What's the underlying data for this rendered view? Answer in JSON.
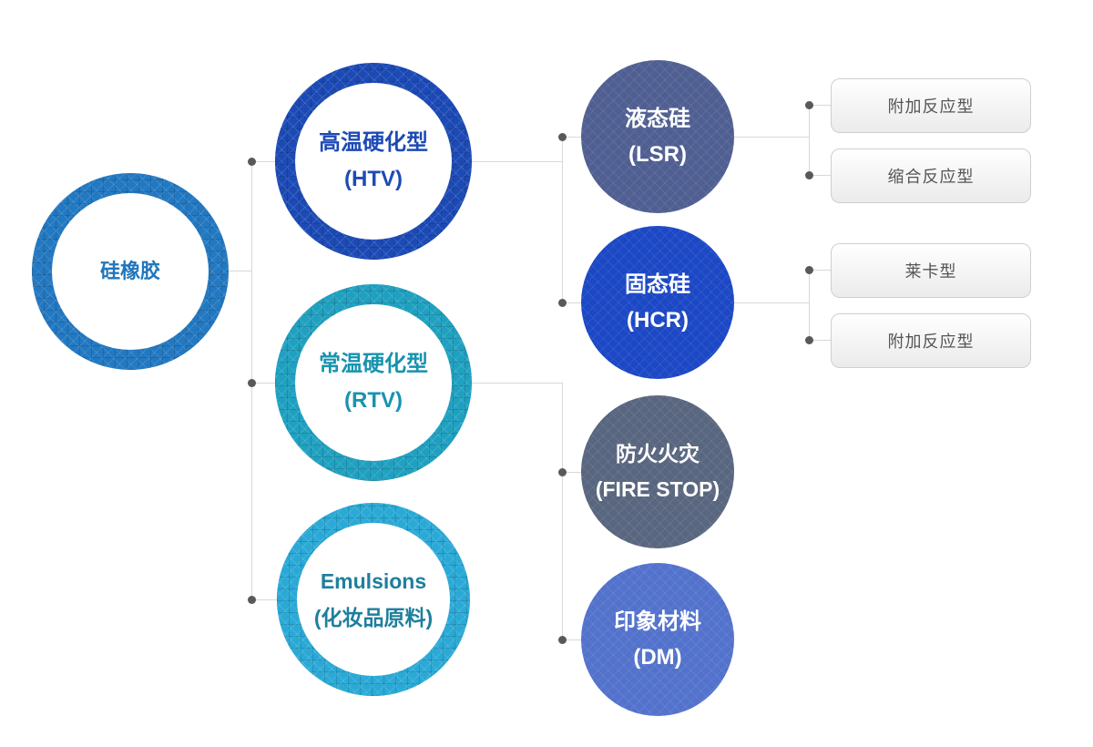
{
  "diagram": {
    "background": "#ffffff",
    "root": {
      "label": "硅橡胶",
      "color": "#2278c1",
      "text_color": "#1f76bd"
    },
    "level1": [
      {
        "line1": "高温硬化型",
        "line2": "(HTV)",
        "color": "#1c4ab5",
        "text_color": "#1d4ab5"
      },
      {
        "line1": "常温硬化型",
        "line2": "(RTV)",
        "color": "#1fa0c0",
        "text_color": "#1793af"
      },
      {
        "line1": "Emulsions",
        "line2": "(化妆品原料)",
        "color": "#2aa9d6",
        "text_color": "#1e7f9e"
      }
    ],
    "level2": [
      {
        "line1": "液态硅",
        "line2": "(LSR)",
        "color": "#505f92",
        "text_color": "#ffffff"
      },
      {
        "line1": "固态硅",
        "line2": "(HCR)",
        "color": "#1c48c5",
        "text_color": "#ffffff"
      },
      {
        "line1": "防火火灾",
        "line2": "(FIRE STOP)",
        "color": "#59667f",
        "text_color": "#ffffff"
      },
      {
        "line1": "印象材料",
        "line2": "(DM)",
        "color": "#5372cc",
        "text_color": "#ffffff"
      }
    ],
    "level3": [
      {
        "label": "附加反应型"
      },
      {
        "label": "缩合反应型"
      },
      {
        "label": "莱卡型"
      },
      {
        "label": "附加反应型"
      }
    ],
    "colors": {
      "line": "#d8d8d8",
      "dot": "#58595b",
      "box_border": "#cfcfcf",
      "box_text": "#555555"
    }
  }
}
